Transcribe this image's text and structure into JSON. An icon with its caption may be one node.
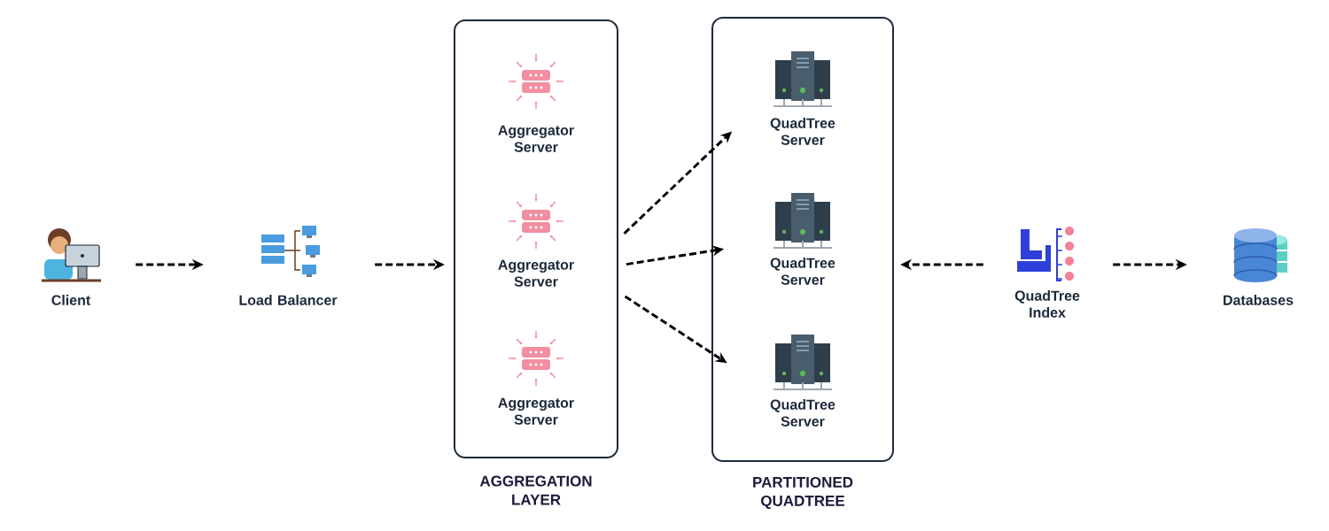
{
  "diagram": {
    "nodes": [
      {
        "text": [
          "Client"
        ]
      },
      {
        "text": [
          "Load Balancer"
        ]
      },
      {
        "text": [
          "AGGREGATION LAYER"
        ]
      },
      {
        "text": [
          "Aggregator Server"
        ],
        "in": 2
      },
      {
        "text": [
          "Aggregator Server"
        ],
        "in": 2
      },
      {
        "text": [
          "Aggregator Server"
        ],
        "in": 2
      },
      {
        "text": [
          "PARTITIONED QUADTREE"
        ]
      },
      {
        "text": [
          "QuadTree Server"
        ],
        "in": 6
      },
      {
        "text": [
          "QuadTree Server"
        ],
        "in": 6
      },
      {
        "text": [
          "QuadTree Server"
        ],
        "in": 6
      },
      {
        "text": [
          "QuadTree Index"
        ]
      },
      {
        "text": [
          "Databases"
        ]
      }
    ],
    "edges": [
      {
        "from": 0,
        "to": 1,
        "arrow": "to"
      },
      {
        "from": 1,
        "to": 2,
        "arrow": "to"
      },
      {
        "from": 2,
        "to": 7,
        "arrow": "to"
      },
      {
        "from": 2,
        "to": 8,
        "arrow": "to"
      },
      {
        "from": 2,
        "to": 9,
        "arrow": "to"
      },
      {
        "from": 10,
        "to": 6,
        "arrow": "to"
      },
      {
        "from": 10,
        "to": 11,
        "arrow": "to"
      }
    ]
  }
}
